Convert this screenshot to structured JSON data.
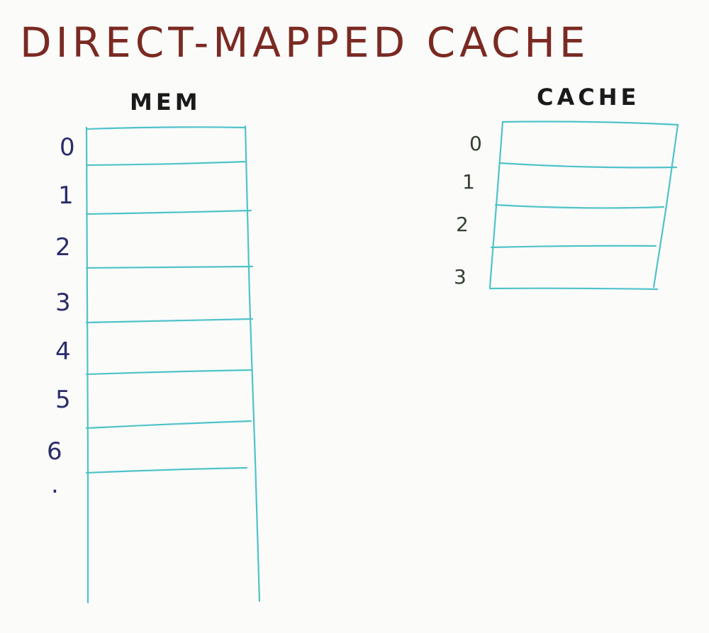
{
  "title": "DIRECT-MAPPED CACHE",
  "memory": {
    "header": "MEM",
    "indices": [
      "0",
      "1",
      "2",
      "3",
      "4",
      "5",
      "6",
      "."
    ]
  },
  "cache": {
    "header": "CACHE",
    "indices": [
      "0",
      "1",
      "2",
      "3"
    ]
  },
  "colors": {
    "title": "#7a2a22",
    "memory_index": "#2b2c6a",
    "cache_index": "#33402f",
    "grid_lines": "#4fc3c8",
    "background": "#fbfbfa"
  }
}
